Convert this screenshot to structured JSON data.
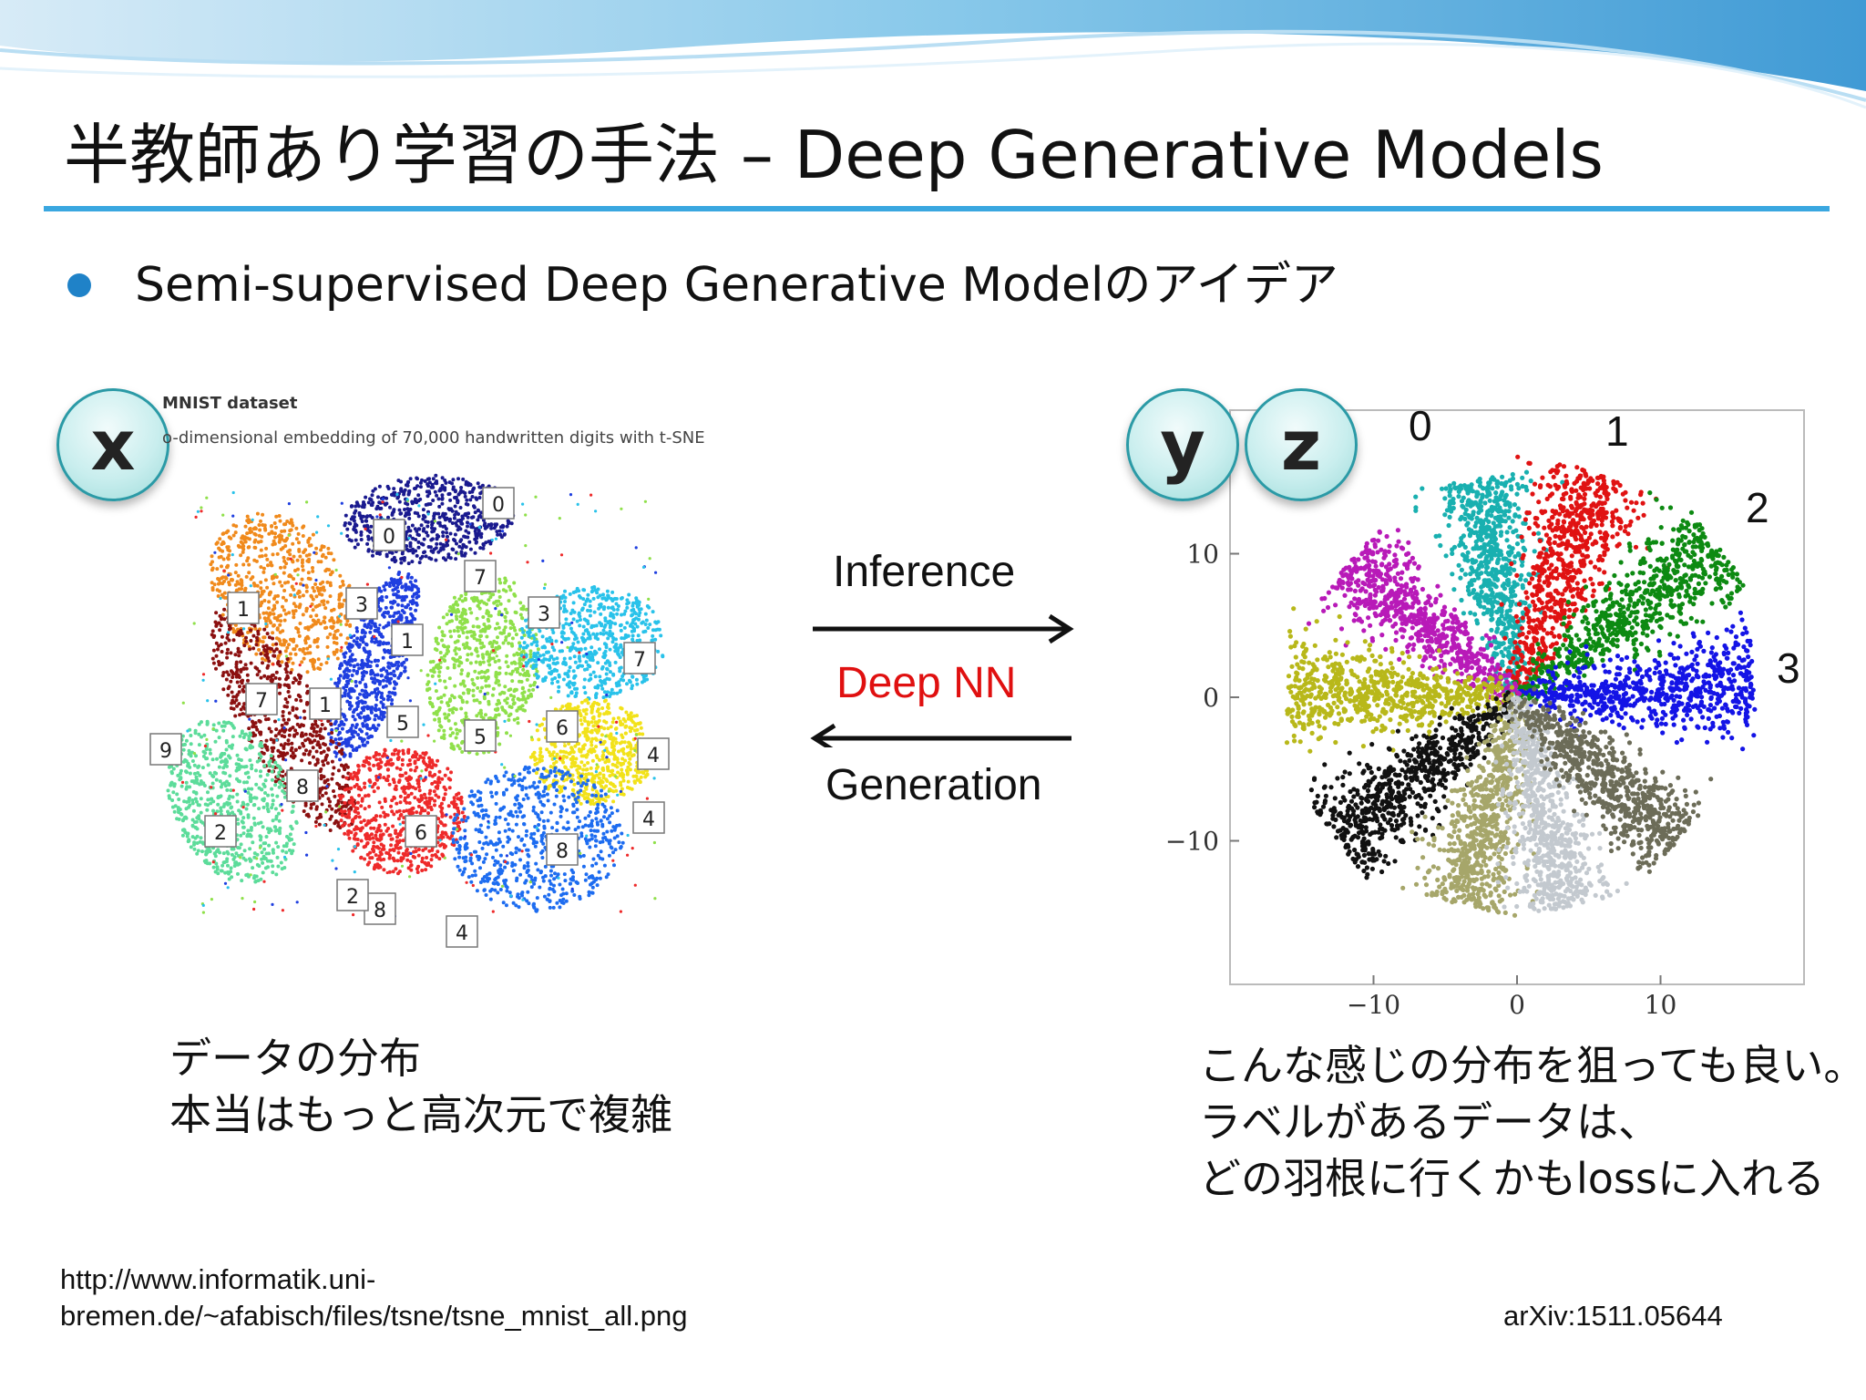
{
  "slide": {
    "title": "半教師あり学習の手法 – Deep Generative Models",
    "bullet": "Semi-supervised Deep Generative Modelのアイデア",
    "accent_color": "#3aa7e0",
    "bullet_color": "#1f82c8"
  },
  "left_panel": {
    "circle_label": "x",
    "figure_title": "MNIST dataset",
    "figure_subtitle": "o-dimensional embedding of 70,000 handwritten digits with t-SNE",
    "cluster_digits": [
      "0",
      "0",
      "7",
      "1",
      "3",
      "3",
      "7",
      "7",
      "1",
      "1",
      "5",
      "5",
      "6",
      "4",
      "9",
      "8",
      "6",
      "4",
      "2",
      "8",
      "8",
      "2",
      "4"
    ],
    "caption_line1": "データの分布",
    "caption_line2": "本当はもっと高次元で複雑"
  },
  "middle": {
    "inference_label": "Inference",
    "deep_nn_label": "Deep NN",
    "generation_label": "Generation"
  },
  "right_panel": {
    "circle_y": "y",
    "circle_z": "z",
    "digit_labels": [
      "0",
      "1",
      "2",
      "3"
    ],
    "caption_line1": "こんな感じの分布を狙っても良い。",
    "caption_line2": "ラベルがあるデータは、",
    "caption_line3": "どの羽根に行くかもlossに入れる"
  },
  "chart_data": {
    "type": "scatter",
    "title": "",
    "xlabel": "",
    "ylabel": "",
    "xlim": [
      -20,
      20
    ],
    "ylim": [
      -20,
      20
    ],
    "xticks": [
      -10,
      0,
      10
    ],
    "yticks": [
      10,
      0,
      -10
    ],
    "xtick_labels": [
      "−10",
      "0",
      "10"
    ],
    "ytick_labels": [
      "10",
      "0",
      "−10"
    ],
    "arms": [
      {
        "angle_deg": 100,
        "length": 15.5,
        "color": "#19b0b0"
      },
      {
        "angle_deg": 70,
        "length": 16.5,
        "color": "#e01212"
      },
      {
        "angle_deg": 37,
        "length": 17.5,
        "color": "#0d8a12"
      },
      {
        "angle_deg": 3,
        "length": 16.5,
        "color": "#1414e6"
      },
      {
        "angle_deg": 142,
        "length": 15.0,
        "color": "#b81ab8"
      },
      {
        "angle_deg": 178,
        "length": 16.0,
        "color": "#b8b81a"
      },
      {
        "angle_deg": 218,
        "length": 16.0,
        "color": "#111111"
      },
      {
        "angle_deg": 255,
        "length": 15.0,
        "color": "#a6a66a"
      },
      {
        "angle_deg": 283,
        "length": 15.0,
        "color": "#c3c9cf"
      },
      {
        "angle_deg": 318,
        "length": 15.0,
        "color": "#6c6c58"
      }
    ]
  },
  "footer": {
    "url_line1": "http://www.informatik.uni-",
    "url_line2": "bremen.de/~afabisch/files/tsne/tsne_mnist_all.png",
    "arxiv": "arXiv:1511.05644"
  }
}
